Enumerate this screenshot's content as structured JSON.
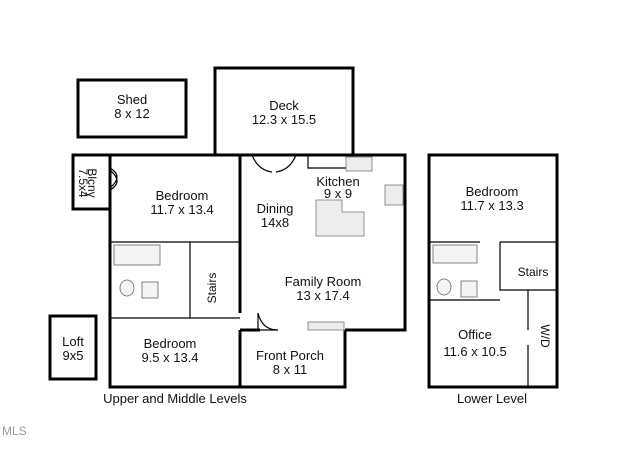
{
  "rooms": {
    "shed": {
      "name": "Shed",
      "dims": "8 x 12"
    },
    "deck": {
      "name": "Deck",
      "dims": "12.3 x 15.5"
    },
    "balcony": {
      "name": "Blcny",
      "dims": "7.5x4"
    },
    "bedroom_upper": {
      "name": "Bedroom",
      "dims": "11.7 x 13.4"
    },
    "dining": {
      "name": "Dining",
      "dims": "14x8"
    },
    "kitchen": {
      "name": "Kitchen",
      "dims": "9 x 9"
    },
    "family_room": {
      "name": "Family Room",
      "dims": "13 x 17.4"
    },
    "stairs_upper": {
      "name": "Stairs"
    },
    "bedroom_middle": {
      "name": "Bedroom",
      "dims": "9.5 x 13.4"
    },
    "loft": {
      "name": "Loft",
      "dims": "9x5"
    },
    "front_porch": {
      "name": "Front Porch",
      "dims": "8 x 11"
    },
    "bedroom_lower": {
      "name": "Bedroom",
      "dims": "11.7 x 13.3"
    },
    "stairs_lower": {
      "name": "Stairs"
    },
    "office": {
      "name": "Office",
      "dims": "11.6 x 10.5"
    },
    "wd": {
      "name": "W/D"
    }
  },
  "captions": {
    "upper_middle": "Upper and Middle Levels",
    "lower": "Lower Level"
  },
  "watermark": "MLS"
}
